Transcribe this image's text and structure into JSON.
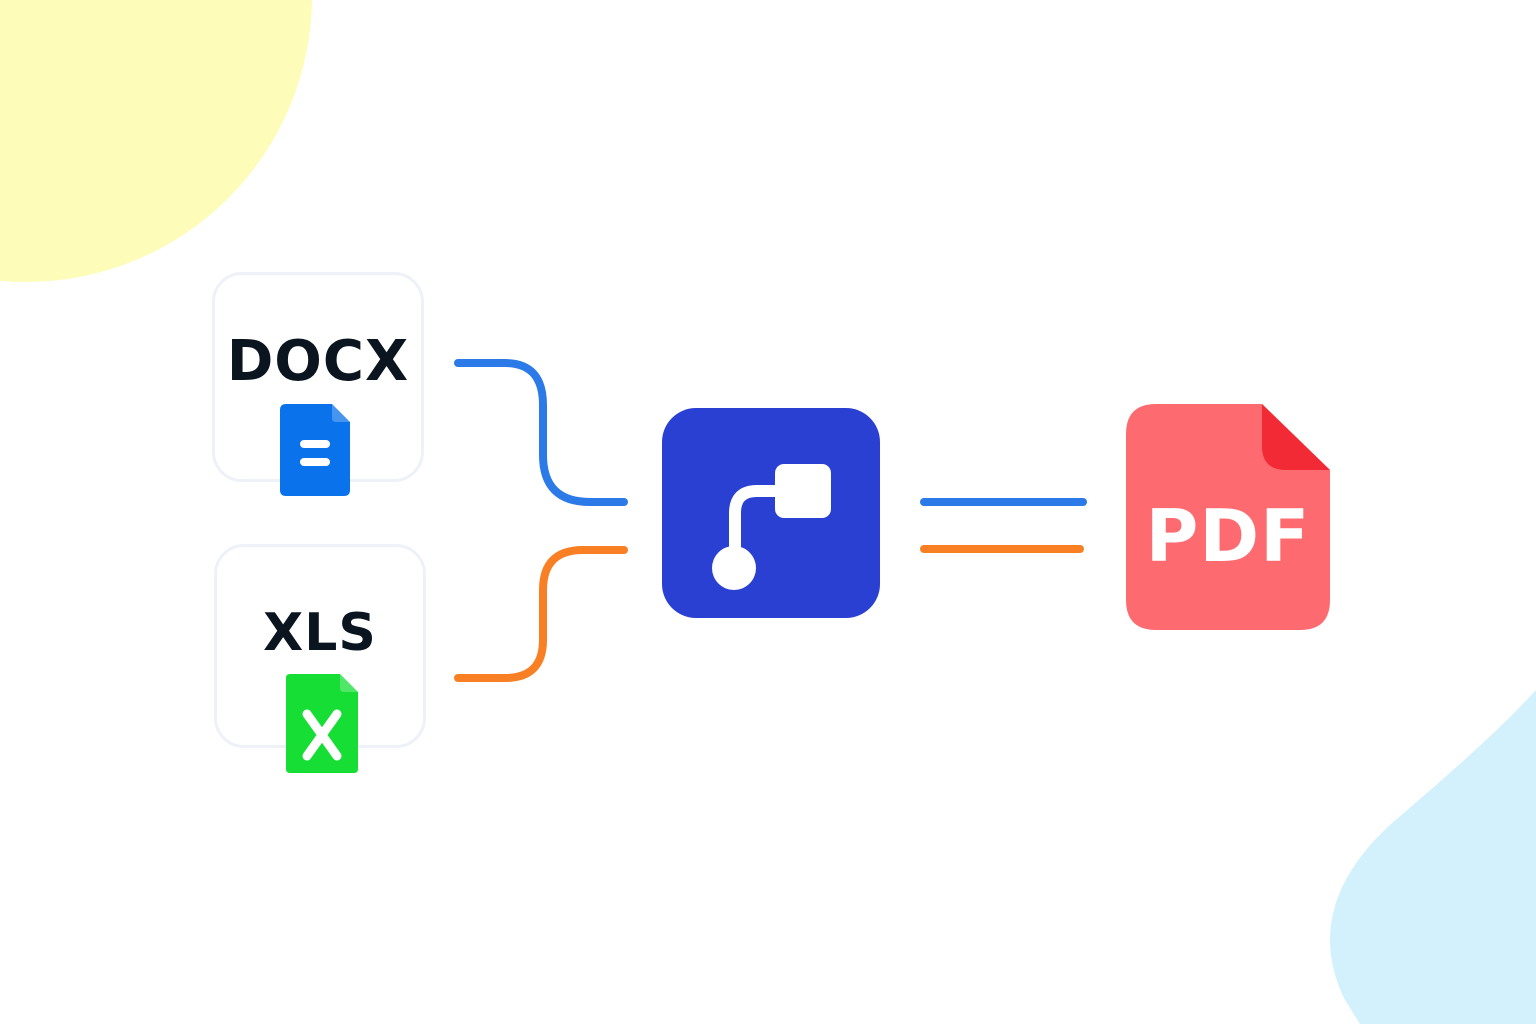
{
  "colors": {
    "background": "#ffffff",
    "yellow_blob": "#fdfcb8",
    "blue_blob": "#d2f1fc",
    "docx_blue": "#0a72ea",
    "xls_green": "#16de34",
    "connector_blue": "#2c7ae8",
    "connector_orange": "#f97f24",
    "hub_blue": "#2a40d3",
    "pdf_red": "#fd6b70",
    "pdf_fold": "#f22a36"
  },
  "inputs": [
    {
      "label": "DOCX",
      "icon": "docx-file-icon"
    },
    {
      "label": "XLS",
      "icon": "xls-file-icon"
    }
  ],
  "hub": {
    "icon": "flow-diagram-icon"
  },
  "output": {
    "label": "PDF",
    "icon": "pdf-file-icon"
  }
}
